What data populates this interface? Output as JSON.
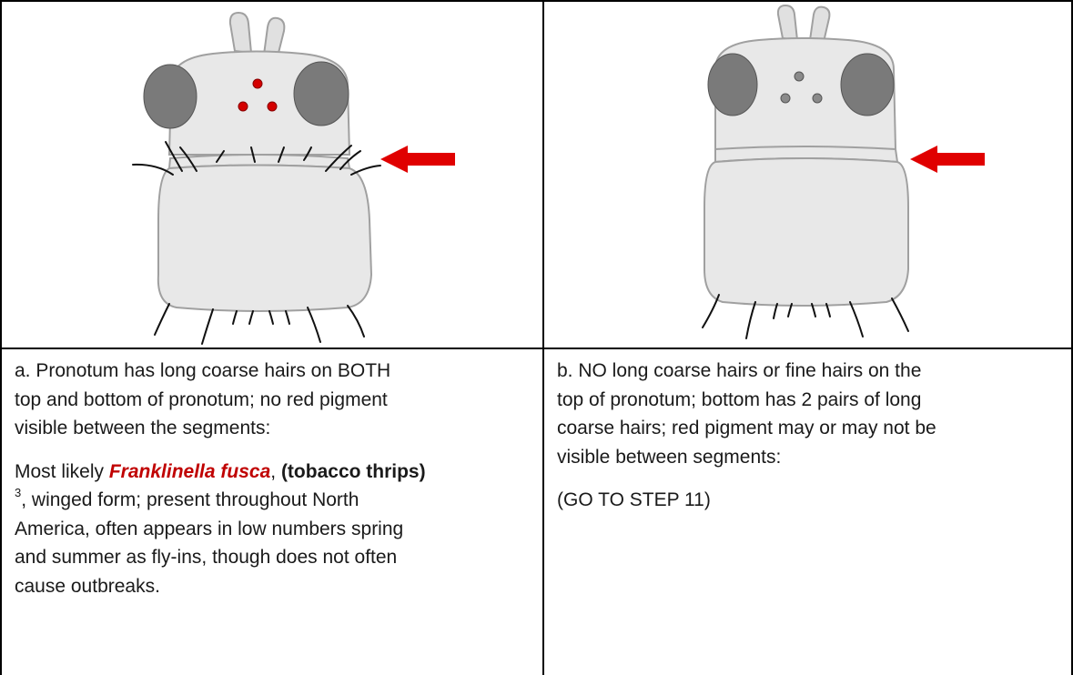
{
  "option_a": {
    "line1": "a. Pronotum has long coarse hairs on BOTH",
    "line2": "top and bottom of pronotum; no red pigment",
    "line3": "visible between the segments:",
    "result_prefix": "Most likely ",
    "species": "Franklinella fusca",
    "comma": ", ",
    "common_name": "(tobacco thrips)",
    "footnote": "3",
    "result_line2_rest": ", winged form; present throughout North",
    "result_line3": "America, often appears in low numbers spring",
    "result_line4": "and summer as fly-ins, though does not often",
    "result_line5": "cause outbreaks."
  },
  "option_b": {
    "line1": "b. NO long coarse hairs or fine hairs on the",
    "line2": "top of pronotum; bottom has 2 pairs of long",
    "line3": "coarse hairs; red pigment may or may not be",
    "line4": "visible between segments:",
    "result": "(GO TO STEP 11)"
  },
  "colors": {
    "arrow": "#e00000",
    "ocelli_red": "#d40000",
    "ocelli_gray": "#8a8a8a",
    "eye": "#7a7a7a",
    "body_fill": "#e8e8e8",
    "body_stroke": "#a0a0a0",
    "hair": "#111111"
  },
  "icons": {
    "arrow_a": "red-arrow-left-icon",
    "arrow_b": "red-arrow-left-icon"
  }
}
